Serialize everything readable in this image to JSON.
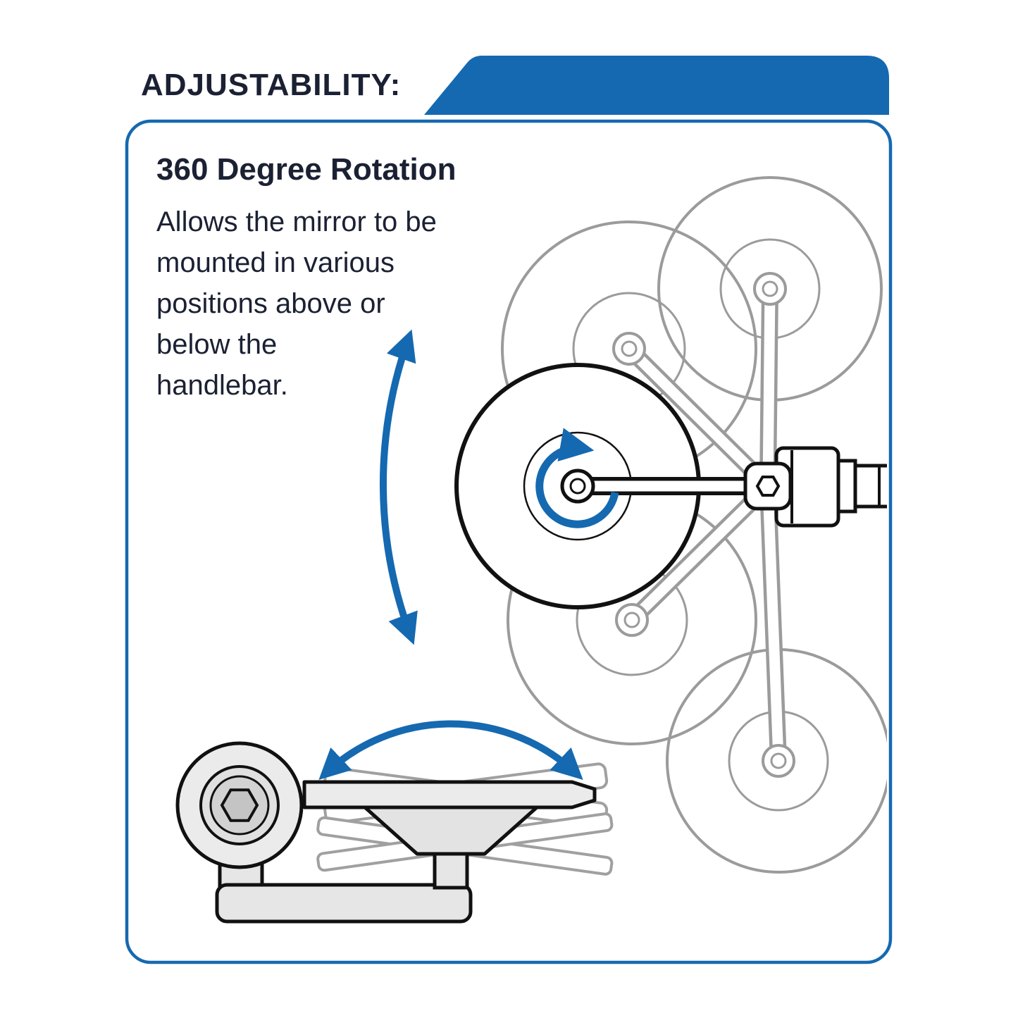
{
  "header": {
    "title": "ADJUSTABILITY:"
  },
  "panel": {
    "title": "360 Degree Rotation",
    "body_lines": [
      "Allows the mirror to be",
      "mounted in various",
      "positions above or",
      "below the",
      "handlebar."
    ]
  },
  "colors": {
    "accent_blue": "#1569b0",
    "text_navy": "#1b2133",
    "ghost_gray": "#9b9b9b",
    "outline_black": "#111111",
    "panel_background": "#ffffff"
  }
}
